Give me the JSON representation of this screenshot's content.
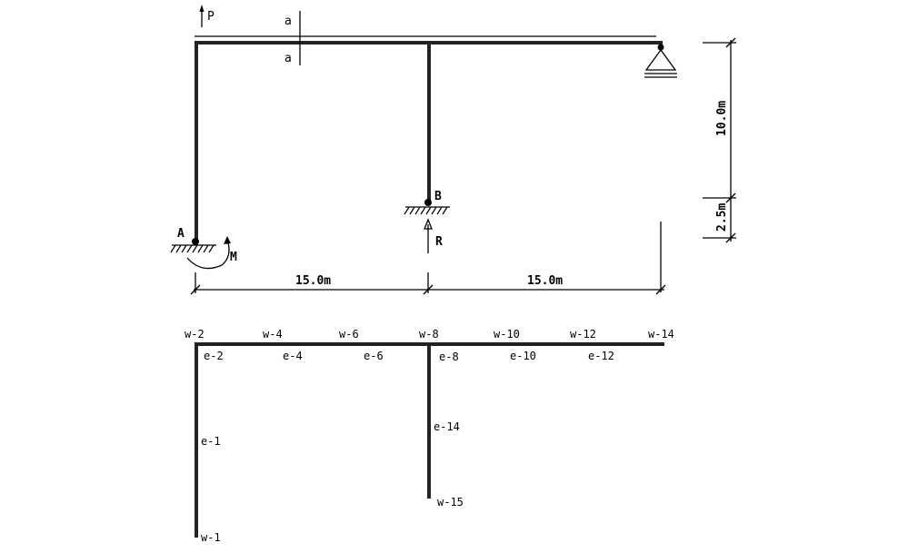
{
  "frame_diagram": {
    "load_p": "P",
    "section_top": "a",
    "section_bottom": "a",
    "support_a": "A",
    "support_b": "B",
    "moment": "M",
    "reaction": "R",
    "dim_height_upper": "10.0m",
    "dim_height_lower": "2.5m",
    "dim_span_left": "15.0m",
    "dim_span_right": "15.0m"
  },
  "element_model": {
    "nodes": [
      "w-1",
      "w-2",
      "w-4",
      "w-6",
      "w-8",
      "w-10",
      "w-12",
      "w-14",
      "w-15"
    ],
    "elements": [
      "e-1",
      "e-2",
      "e-4",
      "e-6",
      "e-8",
      "e-10",
      "e-12",
      "e-14"
    ]
  },
  "colors": {
    "member": "#222222",
    "line": "#000000",
    "background": "#ffffff"
  }
}
